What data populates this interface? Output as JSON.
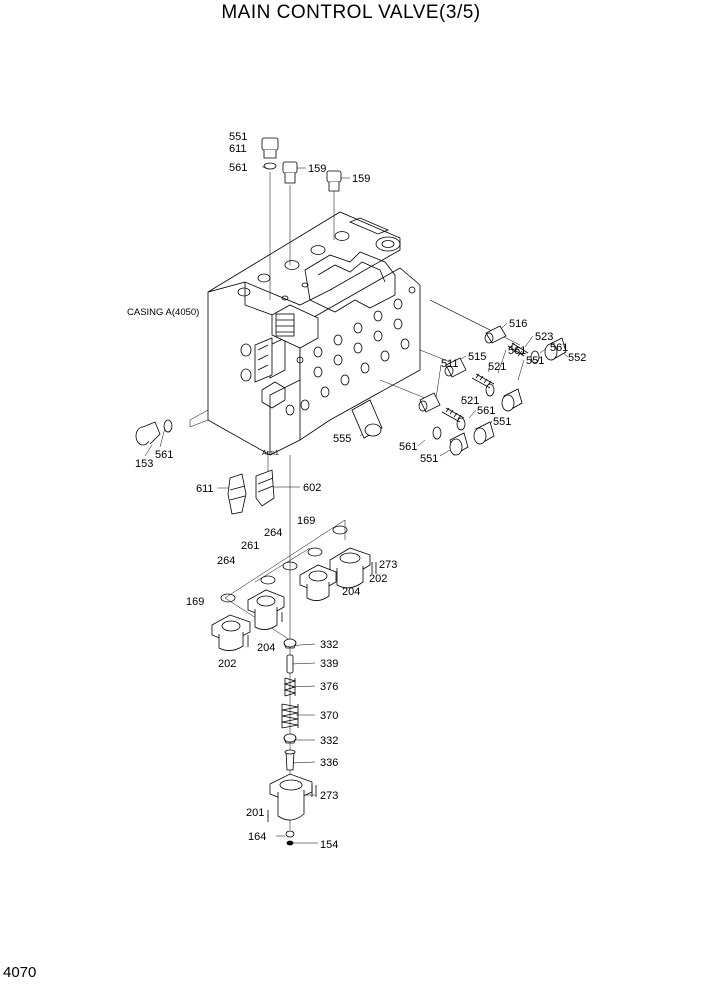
{
  "title": "MAIN CONTROL VALVE(3/5)",
  "page_number": "4070",
  "casing_label": "CASING A(4050)",
  "arm_label": "Arm1",
  "part_labels": {
    "p551_top": "551",
    "p611_top": "611",
    "p561_top": "561",
    "p159_a": "159",
    "p159_b": "159",
    "p516": "516",
    "p523": "523",
    "p561_r1": "561",
    "p552": "552",
    "p515": "515",
    "p521_a": "521",
    "p561_r2": "561",
    "p551_r1": "551",
    "p511": "511",
    "p521_b": "521",
    "p561_r3": "561",
    "p551_r2": "551",
    "p555": "555",
    "p561_bl": "561",
    "p551_bl": "551",
    "p153": "153",
    "p561_left": "561",
    "p611_mid": "611",
    "p602": "602",
    "p169_a": "169",
    "p264_a": "264",
    "p261": "261",
    "p264_b": "264",
    "p273_a": "273",
    "p202_a": "202",
    "p204_a": "204",
    "p169_b": "169",
    "p204_b": "204",
    "p202_b": "202",
    "p332_a": "332",
    "p339": "339",
    "p376": "376",
    "p370": "370",
    "p332_b": "332",
    "p336": "336",
    "p273_b": "273",
    "p201": "201",
    "p164": "164",
    "p154": "154"
  }
}
